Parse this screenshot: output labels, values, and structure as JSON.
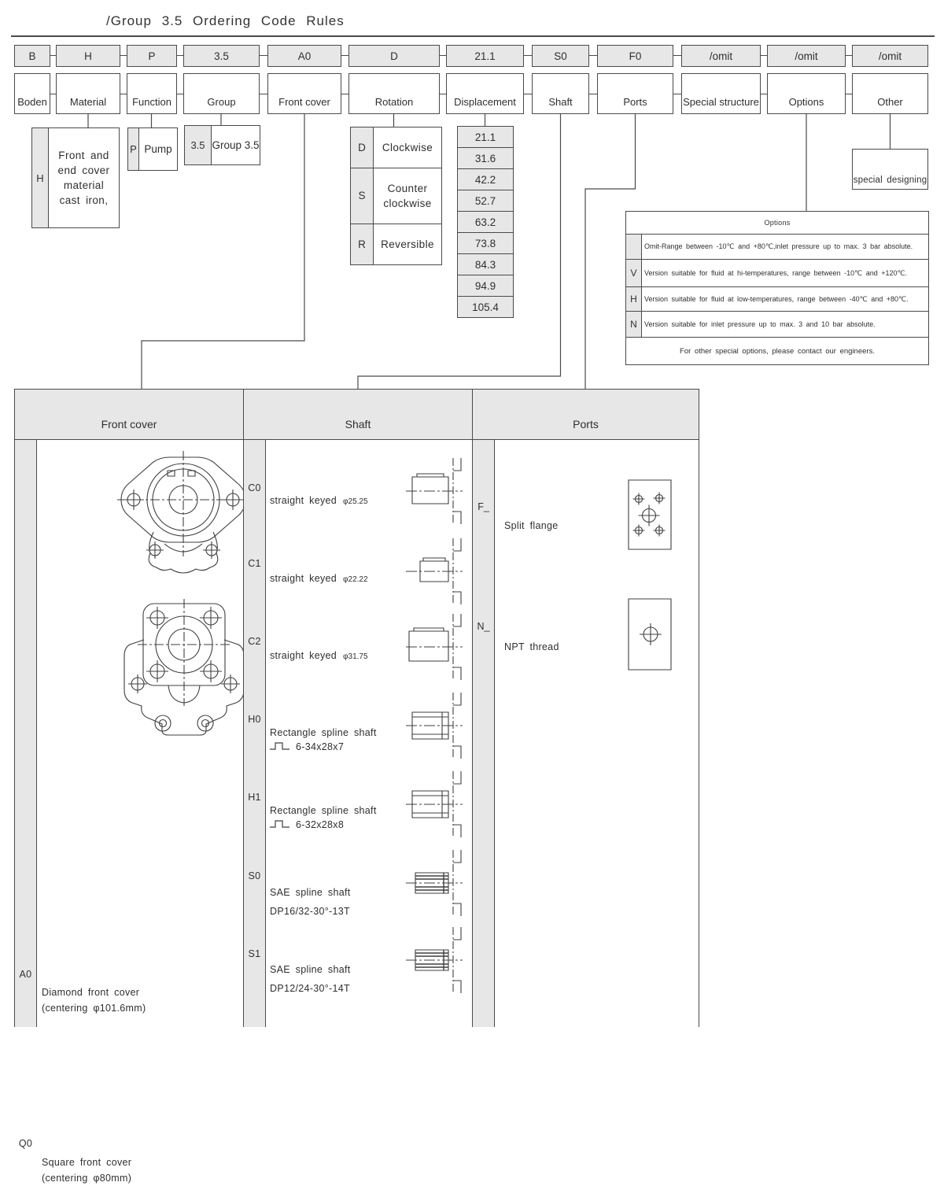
{
  "title": "/Group 3.5 Ordering Code Rules",
  "code_row": [
    {
      "code": "B",
      "field": "Boden"
    },
    {
      "code": "H",
      "field": "Material"
    },
    {
      "code": "P",
      "field": "Function"
    },
    {
      "code": "3.5",
      "field": "Group"
    },
    {
      "code": "A0",
      "field": "Front cover"
    },
    {
      "code": "D",
      "field": "Rotation"
    },
    {
      "code": "21.1",
      "field": "Displacement"
    },
    {
      "code": "S0",
      "field": "Shaft"
    },
    {
      "code": "F0",
      "field": "Ports"
    },
    {
      "code": "/omit",
      "field": "Special structure"
    },
    {
      "code": "/omit",
      "field": "Options"
    },
    {
      "code": "/omit",
      "field": "Other"
    }
  ],
  "material_note": {
    "key": "H",
    "text": "Front and\nend cover\nmaterial\ncast iron,"
  },
  "function_note": {
    "key": "P",
    "label": "Pump"
  },
  "group_note": {
    "key": "3.5",
    "label": "Group 3.5"
  },
  "rotation": {
    "rows": [
      {
        "key": "D",
        "label": "Clockwise"
      },
      {
        "key": "S",
        "label": "Counter\nclockwise"
      },
      {
        "key": "R",
        "label": "Reversible"
      }
    ]
  },
  "displacement_values": [
    "21.1",
    "31.6",
    "42.2",
    "52.7",
    "63.2",
    "73.8",
    "84.3",
    "94.9",
    "105.4"
  ],
  "other_note": "special designing",
  "options": {
    "title": "Options",
    "rows": [
      {
        "key": "",
        "text": "Omit-Range between -10℃ and +80℃,inlet pressure up to max. 3 bar absolute."
      },
      {
        "key": "V",
        "text": "Version suitable for fluid at hi-temperatures, range between -10℃ and +120℃."
      },
      {
        "key": "H",
        "text": "Version suitable for fluid at low-temperatures, range between -40℃ and +80℃."
      },
      {
        "key": "N",
        "text": "Version suitable for inlet pressure up to max. 3 and 10 bar absolute."
      }
    ],
    "footer": "For other special options, please contact our engineers."
  },
  "panel": {
    "sections": [
      {
        "title": "Front cover"
      },
      {
        "title": "Shaft"
      },
      {
        "title": "Ports"
      }
    ],
    "front_cover_items": [
      {
        "code": "A0",
        "text": "Diamond front cover\n(centering φ101.6mm)",
        "icon": "diamond-front-cover"
      },
      {
        "code": "Q0",
        "text": "Square front cover\n(centering φ80mm)",
        "icon": "square-front-cover"
      }
    ],
    "shaft_items": [
      {
        "code": "C0",
        "line1": "straight keyed",
        "dim": "φ25.25",
        "icon": "keyed-shaft"
      },
      {
        "code": "C1",
        "line1": "straight keyed",
        "dim": "φ22.22",
        "icon": "keyed-shaft-small"
      },
      {
        "code": "C2",
        "line1": "straight keyed",
        "dim": "φ31.75",
        "icon": "keyed-shaft-large"
      },
      {
        "code": "H0",
        "line1": "Rectangle spline shaft",
        "line2": "6-34x28x7",
        "profile": true,
        "icon": "spline-shaft"
      },
      {
        "code": "H1",
        "line1": "Rectangle spline shaft",
        "line2": "6-32x28x8",
        "profile": true,
        "icon": "spline-shaft"
      },
      {
        "code": "S0",
        "line1": "SAE spline shaft",
        "line2": "DP16/32-30°-13T",
        "profile": false,
        "icon": "sae-spline-shaft"
      },
      {
        "code": "S1",
        "line1": "SAE spline shaft",
        "line2": "DP12/24-30°-14T",
        "profile": false,
        "icon": "sae-spline-shaft"
      }
    ],
    "ports_items": [
      {
        "code": "F_",
        "label": "Split flange",
        "icon": "split-flange-port"
      },
      {
        "code": "N_",
        "label": "NPT thread",
        "icon": "npt-port"
      }
    ]
  },
  "colors": {
    "fill_gray": "#e7e7e7",
    "line": "#4a4a4a",
    "ink": "#2f2f2f"
  }
}
